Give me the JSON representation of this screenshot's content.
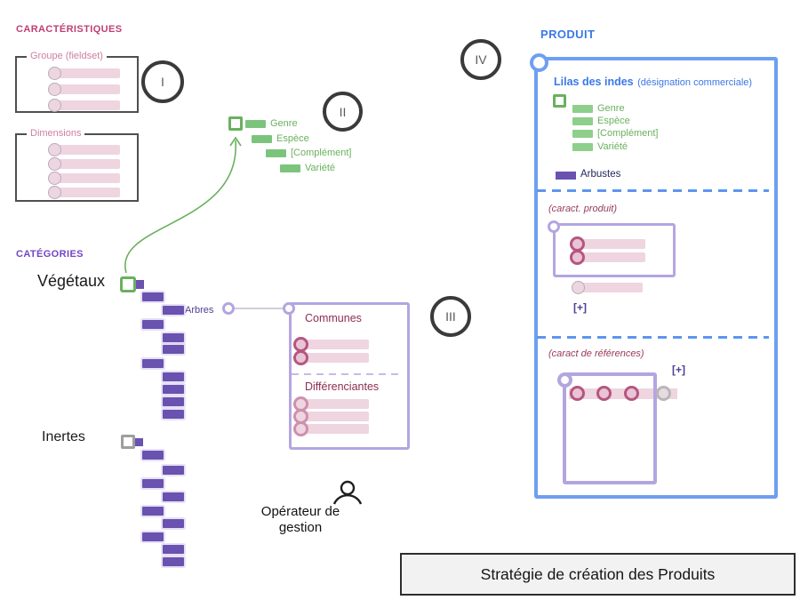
{
  "headings": {
    "caracteristiques": "CARACTÉRISTIQUES",
    "categories": "CATÉGORIES",
    "produit": "PRODUIT"
  },
  "fieldsets": {
    "groupe": {
      "label": "Groupe (fieldset)",
      "rows": 3
    },
    "dimensions": {
      "label": "Dimensions",
      "rows": 4
    }
  },
  "numerals": {
    "i": "I",
    "ii": "II",
    "iii": "III",
    "iv": "IV"
  },
  "green_fields": {
    "items": [
      {
        "label": "Genre"
      },
      {
        "label": "Espèce"
      },
      {
        "label": "[Complément]"
      },
      {
        "label": "Variété"
      }
    ]
  },
  "categories": {
    "vegetaux": "Végétaux",
    "inertes": "Inertes",
    "arbres": "Arbres"
  },
  "characteristics_box": {
    "communes": "Communes",
    "differenciantes": "Différenciantes"
  },
  "produit": {
    "name": "Lilas des indes",
    "designation": "(désignation commerciale)",
    "arbustes": "Arbustes",
    "caract_produit": "(caract. produit)",
    "caract_references": "(caract de références)",
    "add_button": "[+]"
  },
  "operator": {
    "label": "Opérateur de gestion"
  },
  "banner": {
    "title": "Stratégie de création des Produits"
  },
  "colors": {
    "accent_green": "#6ab05e",
    "accent_purple": "#6952b0",
    "accent_lavender": "#b3a6e0",
    "accent_blue": "#4d86ec",
    "pink_fill": "#eed5e0",
    "pink_outline": "#b5567f",
    "heading_pink": "#bf3f73",
    "heading_purple": "#7345c5",
    "title_maroon": "#8d2e52"
  }
}
